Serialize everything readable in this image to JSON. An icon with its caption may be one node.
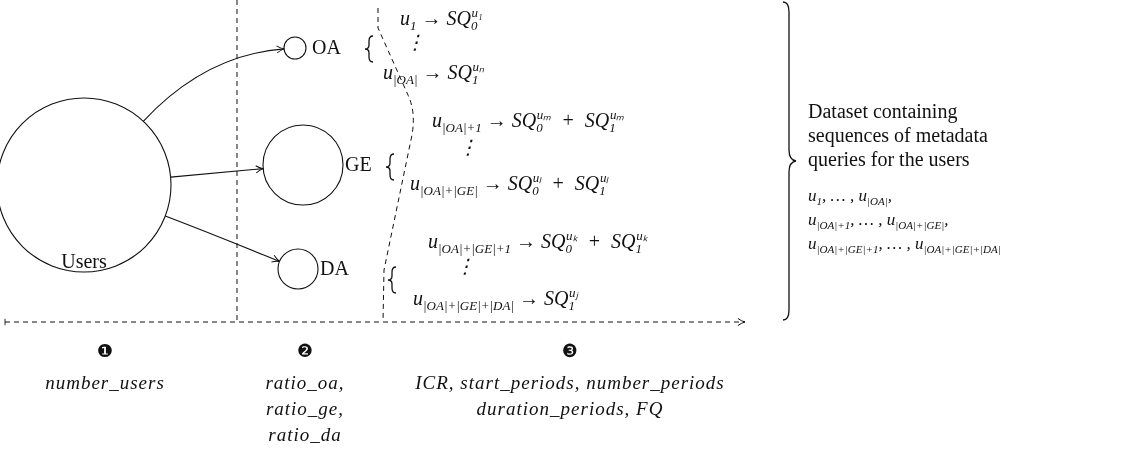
{
  "diagram": {
    "nodes": [
      {
        "text": [
          "Users"
        ]
      },
      {
        "text": [
          "OA"
        ]
      },
      {
        "text": [
          "GE"
        ]
      },
      {
        "text": [
          "DA"
        ]
      }
    ],
    "edges": [
      {
        "from": 0,
        "to": 1,
        "arrow": "to"
      },
      {
        "from": 0,
        "to": 2,
        "arrow": "to"
      },
      {
        "from": 0,
        "to": 3,
        "arrow": "to"
      }
    ],
    "labels": [
      "u$_{1}$ → SQ$_{0}$$^{u₁}$",
      "⋮",
      "u$_{|OA|}$ → SQ$_{1}$$^{uₙ}$",
      "u$_{|OA|+1}$ → SQ$_{0}$$^{uₘ}$  +  SQ$_{1}$$^{uₘ}$",
      "⋮",
      "u$_{|OA|+|GE|}$ → SQ$_{0}$$^{uₗ}$  +  SQ$_{1}$$^{uₗ}$",
      "u$_{|OA|+|GE|+1}$ → SQ$_{0}$$^{uₖ}$  +  SQ$_{1}$$^{uₖ}$",
      "⋮",
      "u$_{|OA|+|GE|+|DA|}$ → SQ$_{1}$$^{uⱼ}$",
      "Dataset containing sequences of metadata queries for the users",
      "u$_{1}$, … , u$_{|OA|}$,",
      "u$_{|OA|+1}$, … , u$_{|OA|+|GE|}$,",
      "u$_{|OA|+|GE|+1}$, … , u$_{|OA|+|GE|+|DA|}$",
      "❶",
      "number_users",
      "❷",
      "ratio_oa, ratio_ge, ratio_da",
      "❸",
      "ICR, start_periods, number_periods duration_periods, FQ"
    ]
  }
}
